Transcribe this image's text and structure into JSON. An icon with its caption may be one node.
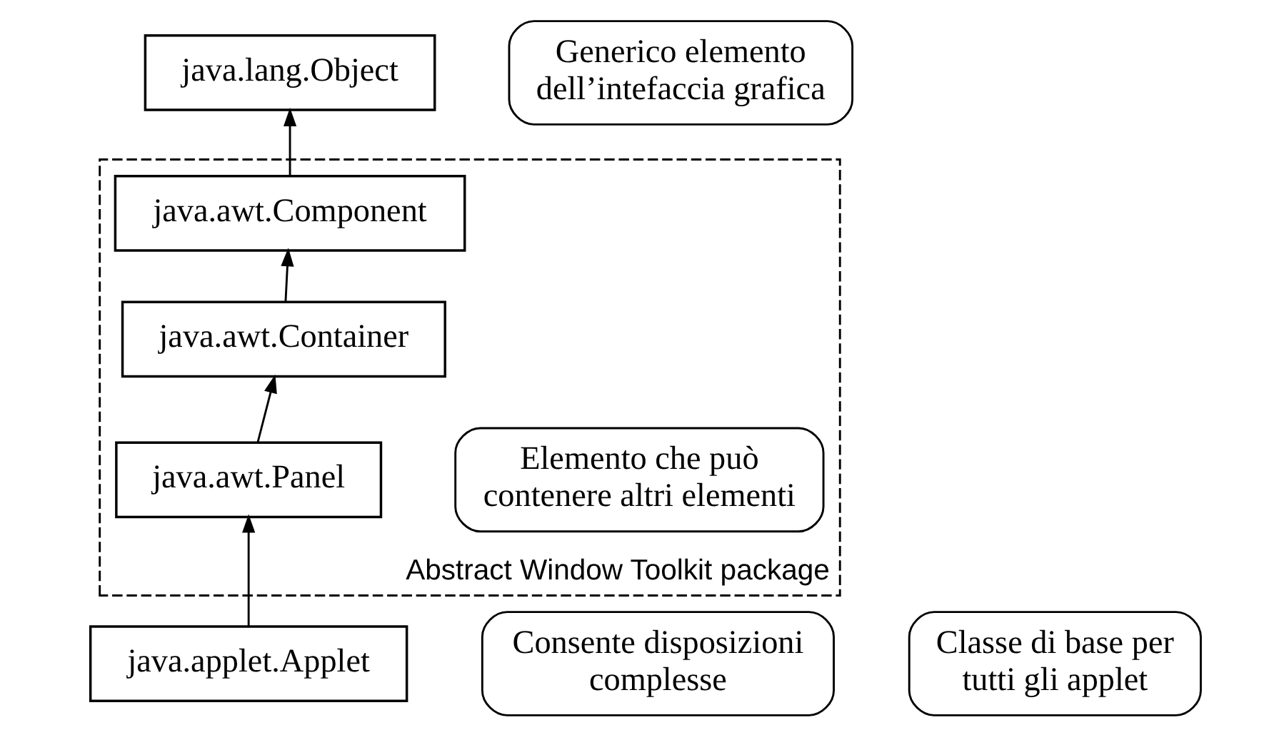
{
  "diagram": {
    "nodes": [
      {
        "text": [
          "java.lang.Object"
        ]
      },
      {
        "text": [
          "Generico elemento dell’intefaccia grafica"
        ]
      },
      {
        "text": [
          "Abstract Window Toolkit package"
        ]
      },
      {
        "text": [
          "java.awt.Component"
        ],
        "in": 2
      },
      {
        "text": [
          "Elemento che può contenere altri elementi"
        ],
        "in": 2
      },
      {
        "text": [
          "java.awt.Container"
        ],
        "in": 2
      },
      {
        "text": [
          "Consente disposizioni complesse"
        ]
      },
      {
        "text": [
          "java.awt.Panel"
        ],
        "in": 2
      },
      {
        "text": [
          "java.applet.Applet"
        ]
      },
      {
        "text": [
          "Classe di base per tutti gli applet"
        ]
      }
    ],
    "edges": [
      {
        "from": 3,
        "to": 0,
        "arrow": "to"
      },
      {
        "from": 5,
        "to": 3,
        "arrow": "to"
      },
      {
        "from": 7,
        "to": 5,
        "arrow": "to"
      },
      {
        "from": 8,
        "to": 7,
        "arrow": "to"
      }
    ]
  }
}
